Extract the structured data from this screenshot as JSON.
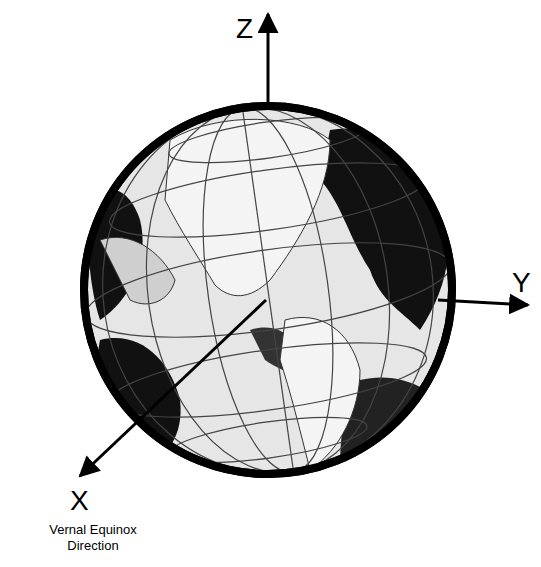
{
  "diagram": {
    "labels": [
      "Z",
      "Y",
      "X",
      "Vernal Equinox Direction"
    ]
  }
}
